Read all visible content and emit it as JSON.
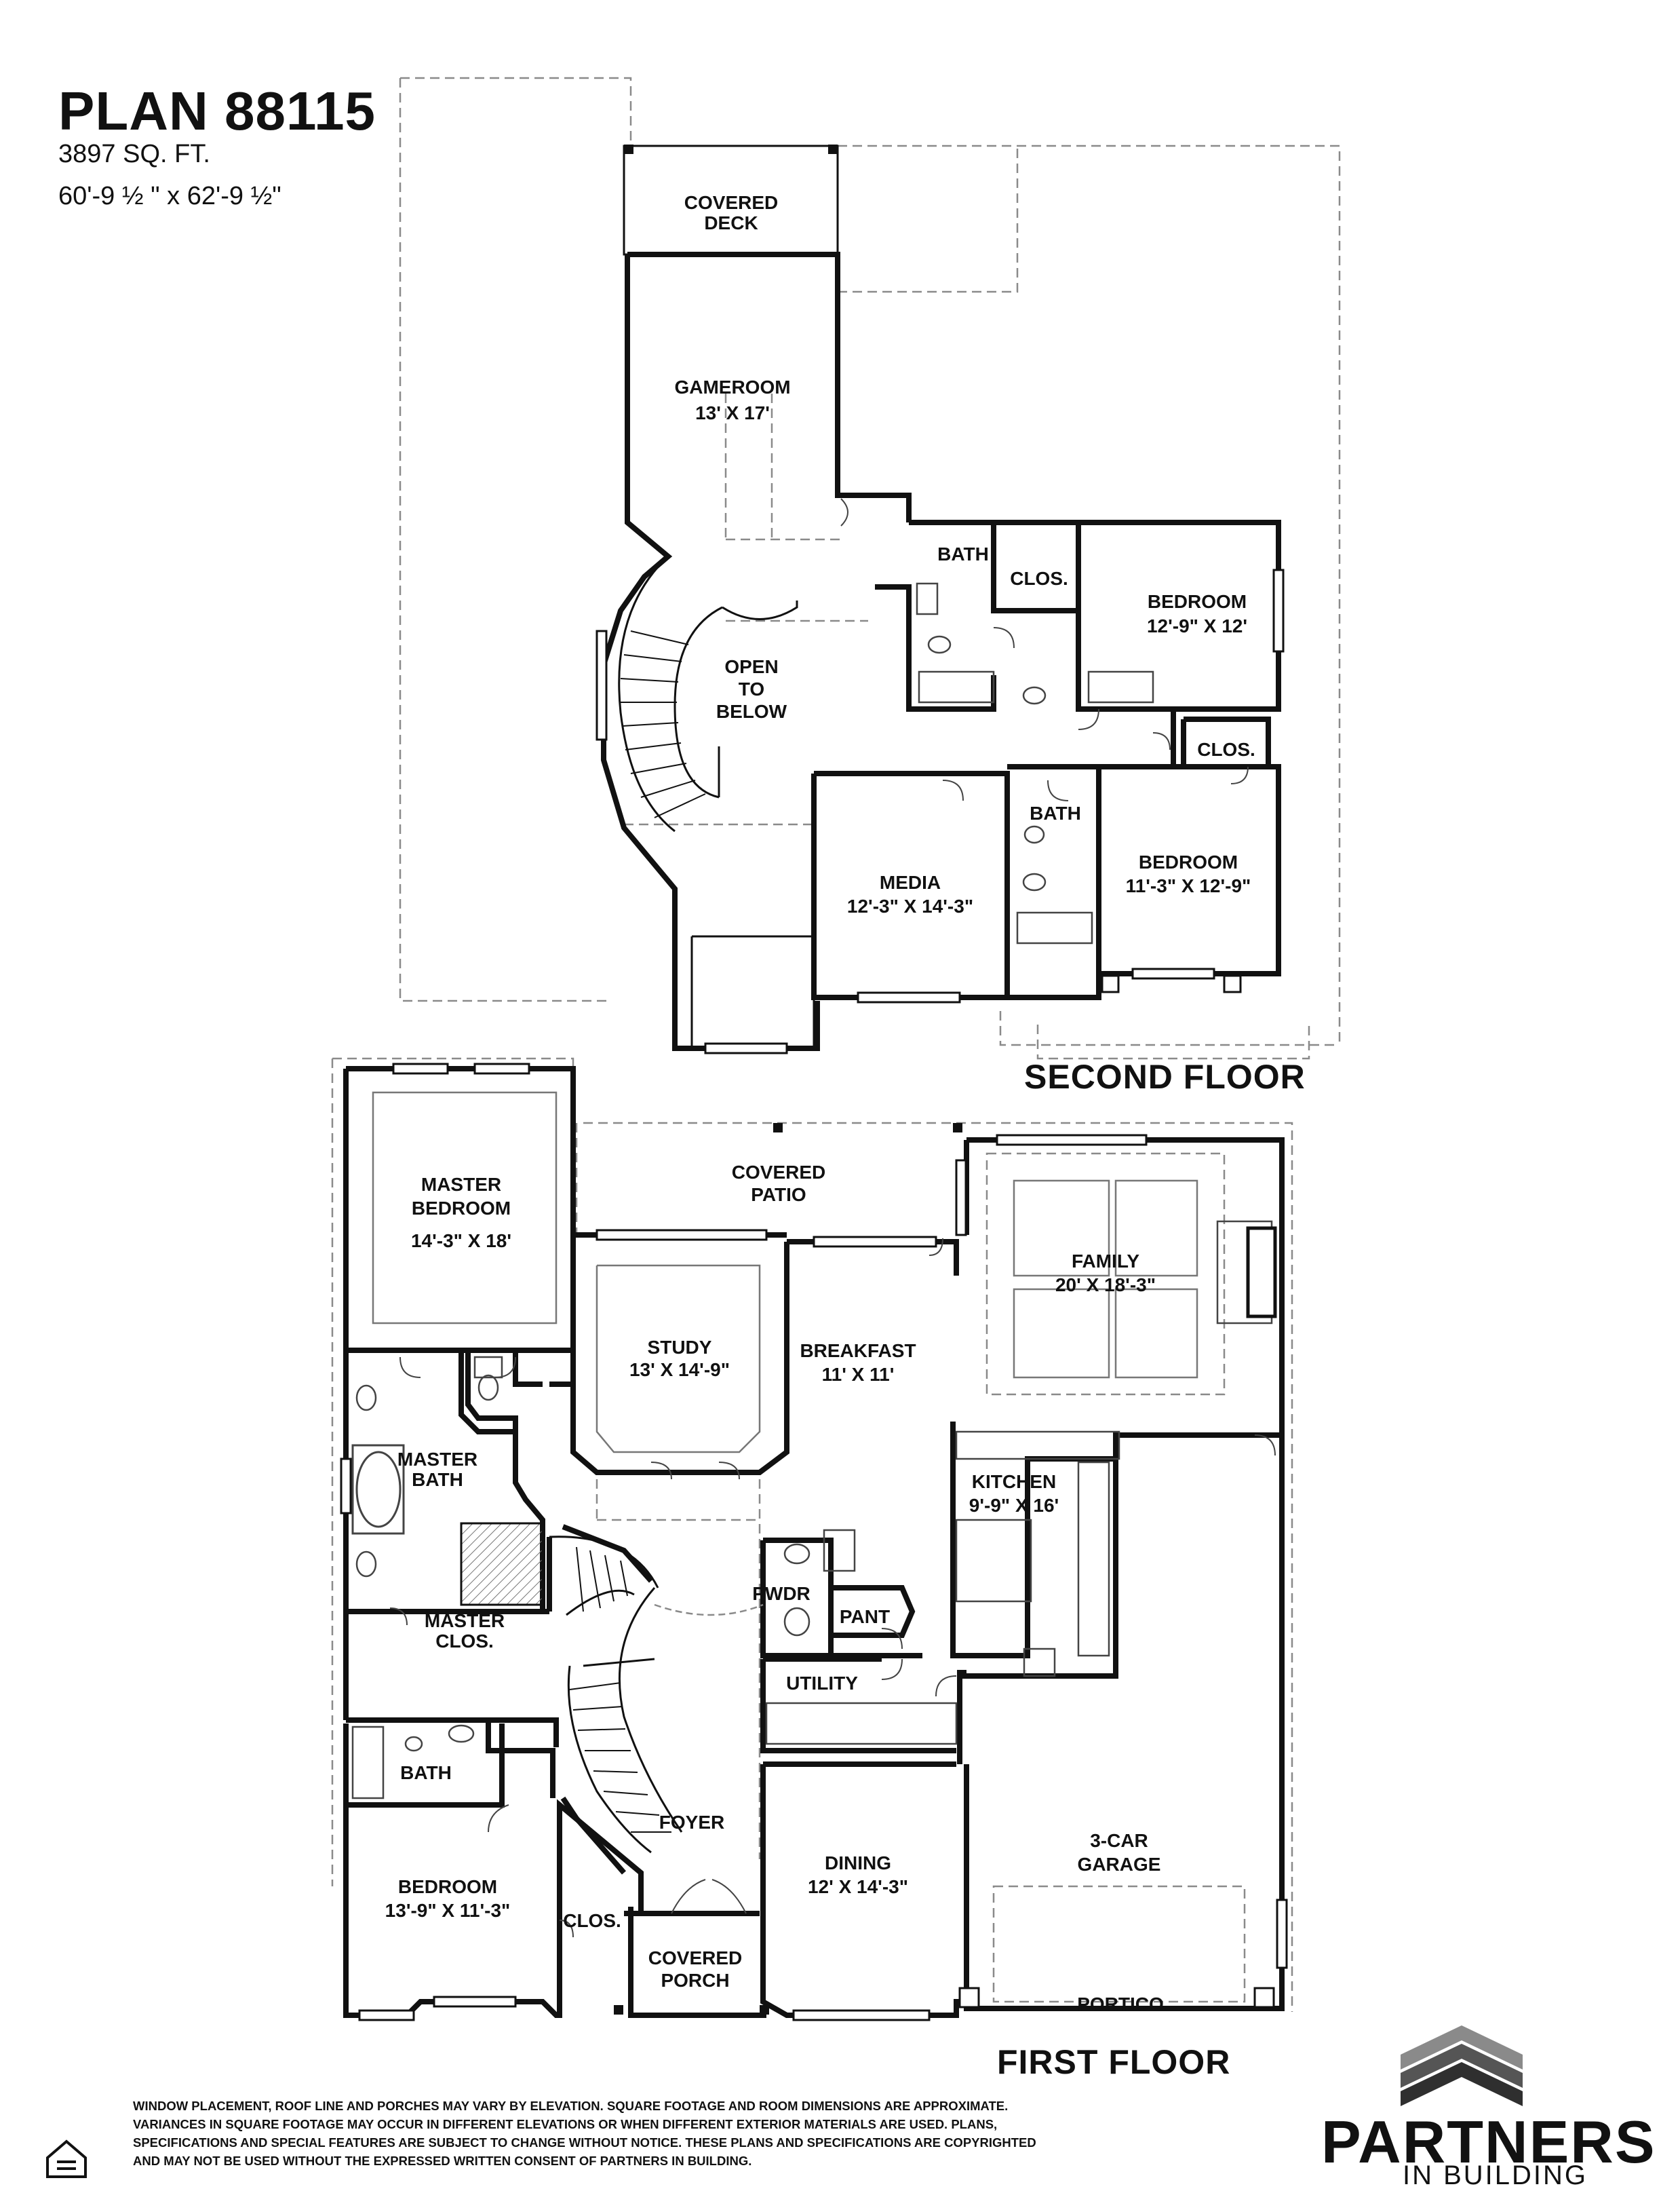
{
  "header": {
    "plan_title": "PLAN 88115",
    "sq_ft": "3897 SQ. FT.",
    "dimensions": "60'-9 ½ \" x 62'-9 ½\""
  },
  "second_floor": {
    "label": "SECOND FLOOR",
    "rooms": {
      "covered_deck": [
        "COVERED",
        "DECK"
      ],
      "gameroom": [
        "GAMEROOM",
        "13' X 17'"
      ],
      "bath_1": [
        "BATH"
      ],
      "clos_1": [
        "CLOS."
      ],
      "bedroom_1": [
        "BEDROOM",
        "12'-9\" X 12'"
      ],
      "open_to_below": [
        "OPEN",
        "TO",
        "BELOW"
      ],
      "clos_2": [
        "CLOS."
      ],
      "bath_2": [
        "BATH"
      ],
      "media": [
        "MEDIA",
        "12'-3\" X 14'-3\""
      ],
      "bedroom_2": [
        "BEDROOM",
        "11'-3\" X 12'-9\""
      ]
    }
  },
  "first_floor": {
    "label": "FIRST FLOOR",
    "rooms": {
      "master_bedroom": [
        "MASTER",
        "BEDROOM",
        "14'-3\" X 18'"
      ],
      "covered_patio": [
        "COVERED",
        "PATIO"
      ],
      "family": [
        "FAMILY",
        "20' X 18'-3\""
      ],
      "study": [
        "STUDY",
        "13' X 14'-9\""
      ],
      "breakfast": [
        "BREAKFAST",
        "11' X 11'"
      ],
      "master_bath": [
        "MASTER",
        "BATH"
      ],
      "kitchen": [
        "KITCHEN",
        "9'-9\" X 16'"
      ],
      "pwdr": [
        "PWDR"
      ],
      "pant": [
        "PANT"
      ],
      "master_clos": [
        "MASTER",
        "CLOS."
      ],
      "utility": [
        "UTILITY"
      ],
      "bath": [
        "BATH"
      ],
      "foyer": [
        "FOYER"
      ],
      "garage": [
        "3-CAR",
        "GARAGE"
      ],
      "bedroom": [
        "BEDROOM",
        "13'-9\" X 11'-3\""
      ],
      "dining": [
        "DINING",
        "12' X 14'-3\""
      ],
      "clos": [
        "CLOS."
      ],
      "covered_porch": [
        "COVERED",
        "PORCH"
      ],
      "portico": [
        "PORTICO"
      ]
    }
  },
  "disclaimer": [
    "WINDOW PLACEMENT, ROOF LINE AND PORCHES MAY VARY BY ELEVATION.  SQUARE FOOTAGE AND ROOM DIMENSIONS ARE APPROXIMATE.",
    "VARIANCES IN SQUARE FOOTAGE MAY OCCUR IN DIFFERENT ELEVATIONS OR  WHEN DIFFERENT EXTERIOR MATERIALS ARE USED.  PLANS,",
    "SPECIFICATIONS AND SPECIAL FEATURES ARE SUBJECT TO CHANGE WITHOUT NOTICE.  THESE PLANS AND SPECIFICATIONS ARE COPYRIGHTED",
    "AND MAY NOT BE USED  WITHOUT THE EXPRESSED WRITTEN CONSENT OF PARTNERS IN BUILDING."
  ],
  "brand": {
    "name": "PARTNERS",
    "tagline": "IN BUILDING",
    "logo_colors": [
      "#8a8a8a",
      "#555555",
      "#2f2f2f"
    ]
  },
  "colors": {
    "wall": "#111111",
    "dashed": "#8a8a8a",
    "fixture": "#444444"
  }
}
